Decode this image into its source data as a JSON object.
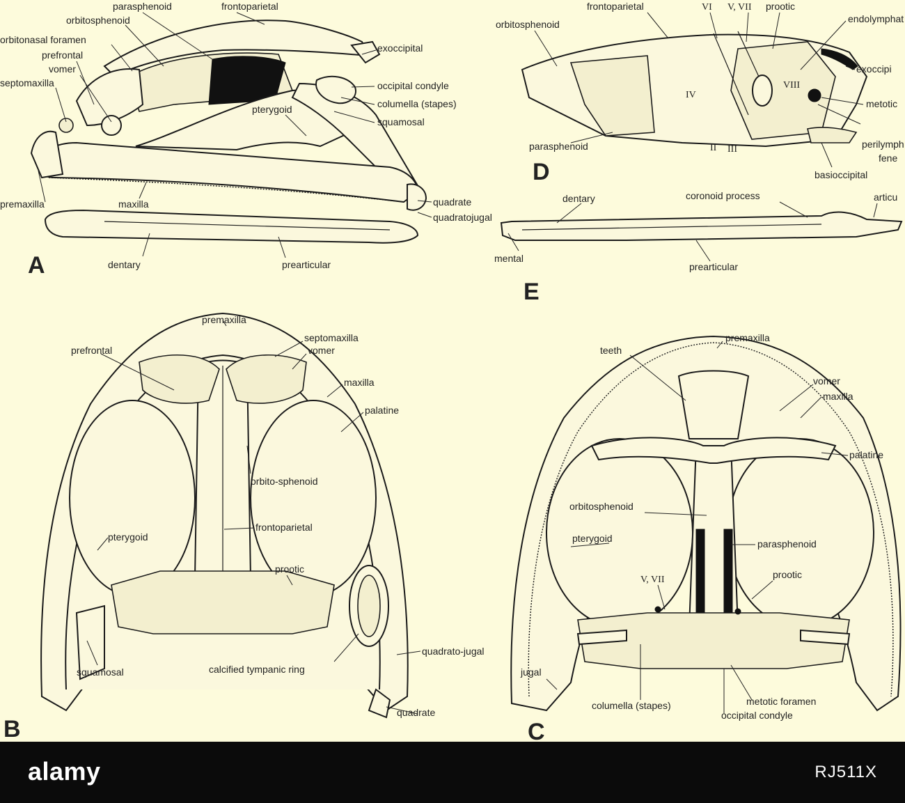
{
  "panels": {
    "A": {
      "letter": "A",
      "labels": {
        "parasphenoid": "parasphenoid",
        "frontoparietal": "frontoparietal",
        "orbitosphenoid": "orbitosphenoid",
        "orbitonasal_foramen": "orbitonasal foramen",
        "prefrontal": "prefrontal",
        "vomer": "vomer",
        "septomaxilla": "septomaxilla",
        "premaxilla": "premaxilla",
        "maxilla": "maxilla",
        "exoccipital": "exoccipital",
        "occipital_condyle": "occipital condyle",
        "columella": "columella (stapes)",
        "squamosal": "squamosal",
        "pterygoid": "pterygoid",
        "quadrate": "quadrate",
        "quadratojugal": "quadratojugal",
        "dentary": "dentary",
        "prearticular": "prearticular"
      }
    },
    "B": {
      "letter": "B",
      "labels": {
        "premaxilla": "premaxilla",
        "septomaxilla": "septomaxilla",
        "vomer": "vomer",
        "maxilla": "maxilla",
        "prefrontal": "prefrontal",
        "palatine": "palatine",
        "orbitosphenoid": "orbito-sphenoid",
        "frontoparietal": "frontoparietal",
        "pterygoid": "pterygoid",
        "prootic": "prootic",
        "squamosal": "squamosal",
        "tympanic_ring": "calcified tympanic ring",
        "quadratojugal": "quadrato-jugal",
        "quadrate": "quadrate"
      }
    },
    "C": {
      "letter": "C",
      "labels": {
        "premaxilla": "premaxilla",
        "teeth": "teeth",
        "vomer": "vomer",
        "maxilla": "maxilla",
        "palatine": "palatine",
        "orbitosphenoid": "orbitosphenoid",
        "pterygoid": "pterygoid",
        "parasphenoid": "parasphenoid",
        "v_vii": "V, VII",
        "prootic": "prootic",
        "quadratojugal": "jugal",
        "columella": "columella (stapes)",
        "metotic_foramen": "metotic foramen",
        "occipital_condyle": "occipital condyle"
      }
    },
    "D": {
      "letter": "D",
      "labels": {
        "frontoparietal": "frontoparietal",
        "orbitosphenoid": "orbitosphenoid",
        "vi": "VI",
        "v_vii": "V, VII",
        "prootic": "prootic",
        "endolymphatic": "endolymphat",
        "exoccipital": "exoccipi",
        "iv": "IV",
        "viii": "VIII",
        "metotic": "metotic",
        "parasphenoid": "parasphenoid",
        "ii": "II",
        "iii": "III",
        "perilymphatic": "perilymph",
        "fenestra": "fene",
        "basioccipital": "basioccipital"
      }
    },
    "E": {
      "letter": "E",
      "labels": {
        "dentary": "dentary",
        "coronoid_process": "coronoid process",
        "articular": "articu",
        "mental": "mental",
        "prearticular": "prearticular"
      }
    }
  },
  "watermark": {
    "logo": "alamy",
    "image_id": "RJ511X"
  }
}
